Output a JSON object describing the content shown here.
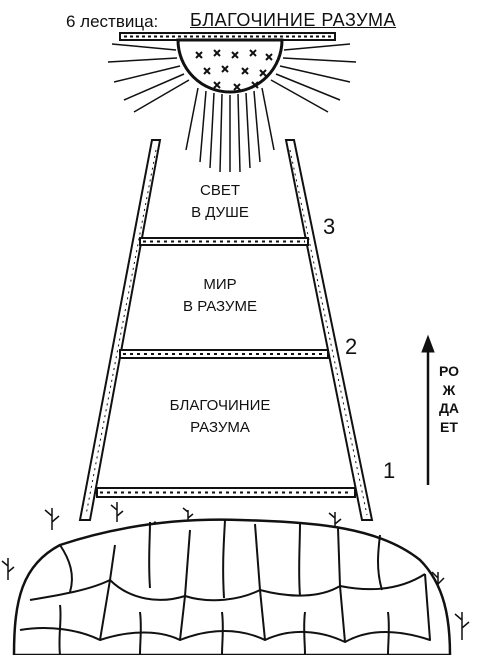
{
  "title": {
    "number_label": "6 лествица:",
    "name": "БЛАГОЧИНИЕ РАЗУМА"
  },
  "ladder": {
    "rungs": [
      {
        "number": "3",
        "line1": "СВЕТ",
        "line2": "В ДУШЕ"
      },
      {
        "number": "2",
        "line1": "МИР",
        "line2": "В РАЗУМЕ"
      },
      {
        "number": "1",
        "line1": "БЛАГОЧИНИЕ",
        "line2": "РАЗУМА"
      }
    ]
  },
  "arrow": {
    "label": "РОЖДАЕТ",
    "direction": "up"
  },
  "icons": [
    "sun-icon",
    "ladder-icon",
    "stone-mound-icon",
    "grass-sprout-icon",
    "up-arrow-icon"
  ],
  "colors": {
    "ink": "#111111",
    "paper": "#ffffff"
  }
}
